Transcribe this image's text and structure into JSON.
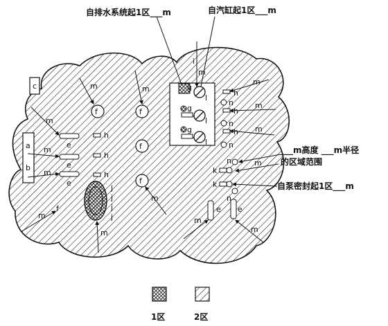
{
  "callouts": {
    "drain_label": "自排水系统起1区___m",
    "steam_label": "自汽缸起1区___m",
    "height_label_line1": "___m高度 ___m半径",
    "height_label_line2": "的区域范围",
    "seal_label": "自泵密封起1区___m"
  },
  "legend": {
    "zone1_label": "1区",
    "zone2_label": "2区"
  },
  "markers": {
    "c": "c",
    "a": "a",
    "b": "b",
    "e": "e",
    "f": "f",
    "g": "g",
    "h": "h",
    "i": "i",
    "j": "j",
    "k": "k",
    "l": "l",
    "n": "n",
    "m": "m"
  }
}
